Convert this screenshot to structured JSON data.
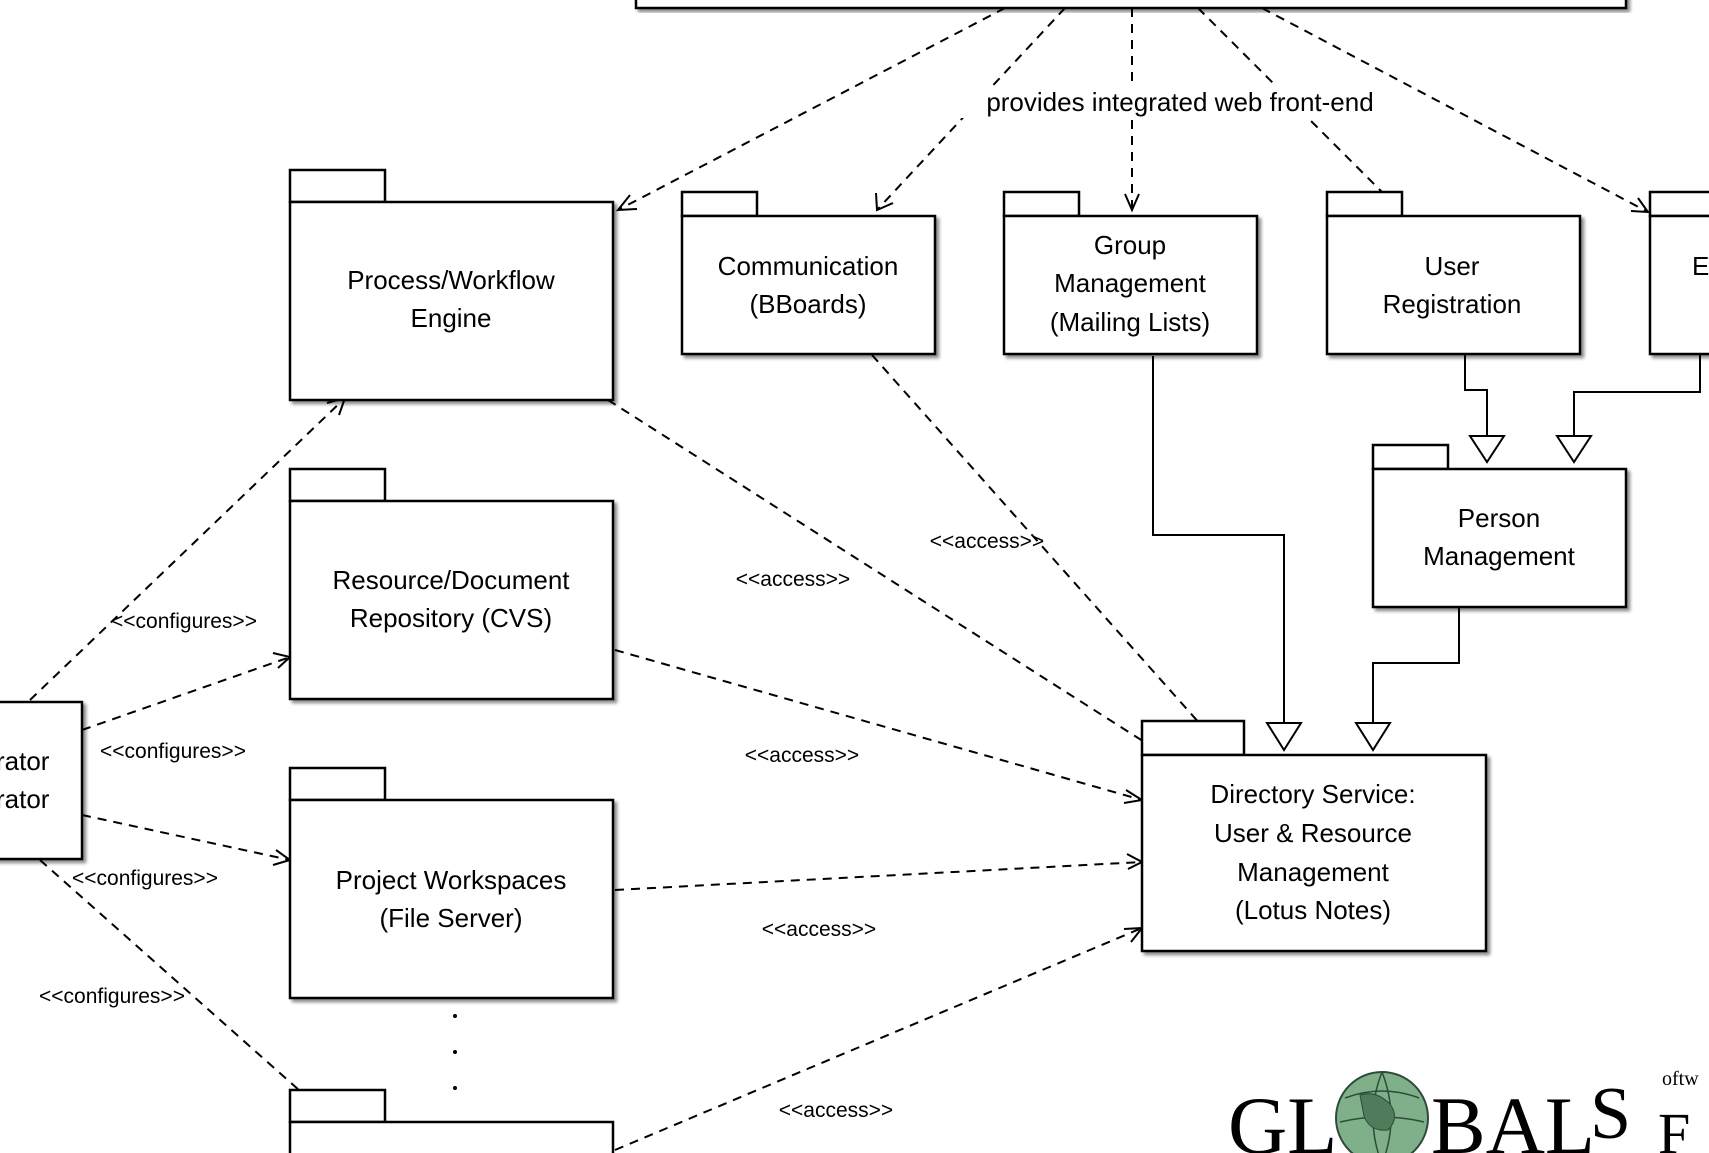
{
  "packages": {
    "process_workflow": [
      "Process/Workflow",
      "Engine"
    ],
    "communication": [
      "Communication",
      "(BBoards)"
    ],
    "group_management": [
      "Group",
      "Management",
      "(Mailing Lists)"
    ],
    "user_registration": [
      "User",
      "Registration"
    ],
    "partial_right": [
      "E"
    ],
    "person_management": [
      "Person",
      "Management"
    ],
    "resource_repository": [
      "Resource/Document",
      "Repository (CVS)"
    ],
    "project_workspaces": [
      "Project Workspaces",
      "(File Server)"
    ],
    "directory_service": [
      "Directory Service:",
      "User & Resource",
      "Management",
      "(Lotus Notes)"
    ],
    "administrator_fragment": [
      "rator",
      "rator"
    ]
  },
  "labels": {
    "front_end": "provides integrated web front-end",
    "access": "<<access>>",
    "configures": "<<configures>>",
    "ellipsis": "·"
  },
  "logo": {
    "word": "GL",
    "word_end": "BAL",
    "second": "S",
    "second_tail": "F",
    "small": "oftw",
    "globe": "globe-icon"
  }
}
